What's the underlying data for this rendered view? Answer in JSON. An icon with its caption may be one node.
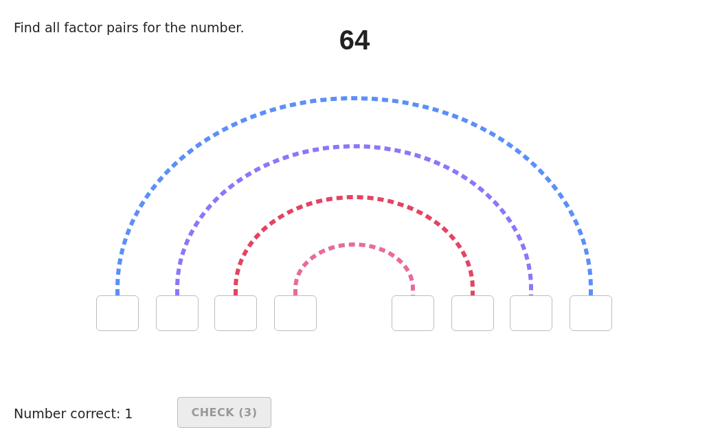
{
  "diagram": {
    "title": "64",
    "nodes": [
      {
        "text": [],
        "shape": "box"
      },
      {
        "text": [],
        "shape": "box"
      },
      {
        "text": [],
        "shape": "box"
      },
      {
        "text": [],
        "shape": "box"
      },
      {
        "text": [],
        "shape": "box"
      },
      {
        "text": [],
        "shape": "box"
      },
      {
        "text": [],
        "shape": "box"
      },
      {
        "text": [],
        "shape": "box"
      }
    ],
    "edges": [
      {
        "from": 0,
        "to": 7,
        "arrow": "none",
        "style": "dashed",
        "color": "#5b8ff9"
      },
      {
        "from": 1,
        "to": 6,
        "arrow": "none",
        "style": "dashed",
        "color": "#8878fa"
      },
      {
        "from": 2,
        "to": 5,
        "arrow": "none",
        "style": "dashed",
        "color": "#e34462"
      },
      {
        "from": 3,
        "to": 4,
        "arrow": "none",
        "style": "dashed",
        "color": "#e76b9c"
      }
    ],
    "labels": [
      "Find all factor pairs for the number.",
      "Number correct: 1",
      "CHECK (3)"
    ]
  }
}
